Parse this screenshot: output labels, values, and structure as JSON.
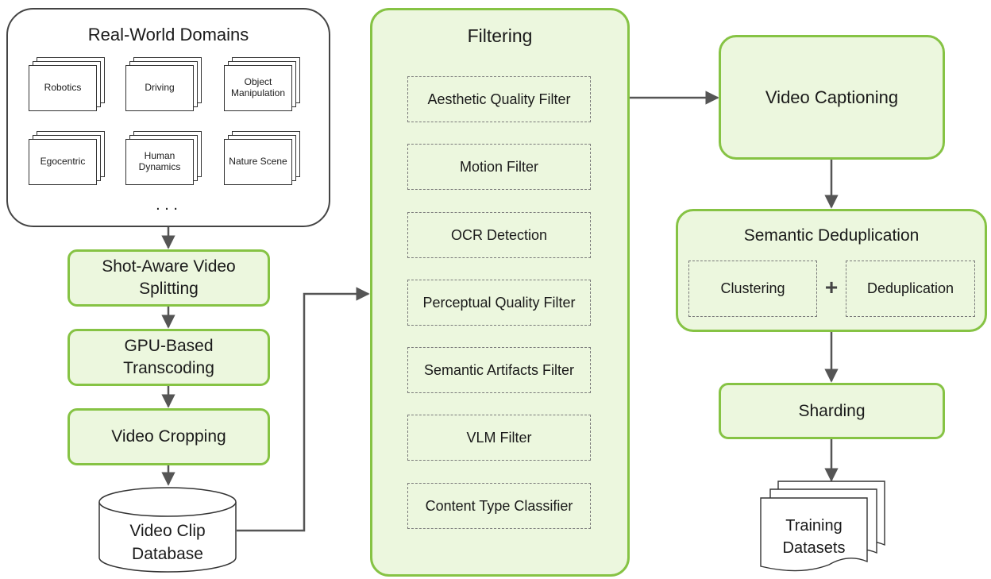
{
  "domains": {
    "title": "Real-World Domains",
    "items": [
      "Robotics",
      "Driving",
      "Object\nManipulation",
      "Egocentric",
      "Human\nDynamics",
      "Nature Scene"
    ],
    "ellipsis": ". . ."
  },
  "pipeline_left": [
    "Shot-Aware Video\nSplitting",
    "GPU-Based\nTranscoding",
    "Video Cropping"
  ],
  "database": {
    "label": "Video Clip\nDatabase"
  },
  "filtering": {
    "title": "Filtering",
    "filters": [
      "Aesthetic Quality Filter",
      "Motion Filter",
      "OCR Detection",
      "Perceptual Quality Filter",
      "Semantic Artifacts Filter",
      "VLM Filter",
      "Content Type Classifier"
    ]
  },
  "captioning": {
    "label": "Video Captioning"
  },
  "dedup": {
    "title": "Semantic Deduplication",
    "left": "Clustering",
    "plus": "+",
    "right": "Deduplication"
  },
  "sharding": {
    "label": "Sharding"
  },
  "output": {
    "label": "Training\nDatasets"
  },
  "colors": {
    "accent_border": "#86c344",
    "accent_fill": "#ecf7de",
    "line": "#555555"
  }
}
